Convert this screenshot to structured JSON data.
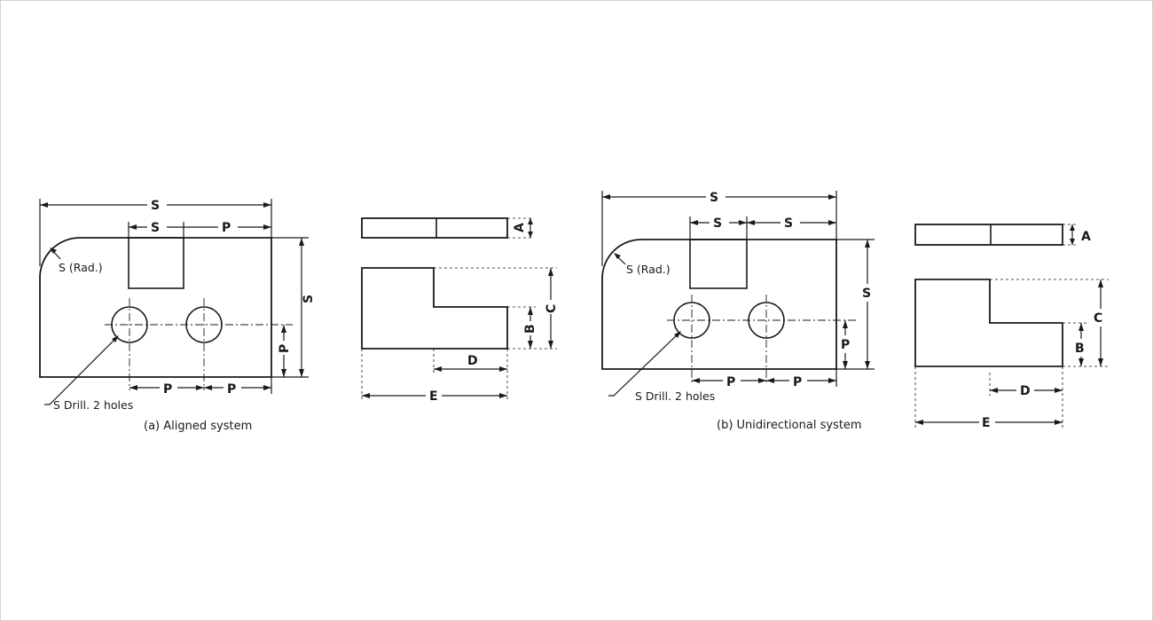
{
  "figure_a": {
    "caption": "(a) Aligned system",
    "front": {
      "overall_width": "S",
      "slot_width": "S",
      "slot_offset": "P",
      "radius_note": "S (Rad.)",
      "height": "S",
      "hole_height": "P",
      "hole_spacing_1": "P",
      "hole_spacing_2": "P",
      "drill_note": "S Drill. 2 holes"
    },
    "side": {
      "a": "A",
      "b": "B",
      "c": "C",
      "d": "D",
      "e": "E"
    }
  },
  "figure_b": {
    "caption": "(b) Unidirectional system",
    "front": {
      "overall_width": "S",
      "slot_width": "S",
      "slot_offset": "S",
      "radius_note": "S (Rad.)",
      "height": "S",
      "hole_height": "P",
      "hole_spacing_1": "P",
      "hole_spacing_2": "P",
      "drill_note": "S Drill. 2 holes"
    },
    "side": {
      "a": "A",
      "b": "B",
      "c": "C",
      "d": "D",
      "e": "E"
    }
  }
}
